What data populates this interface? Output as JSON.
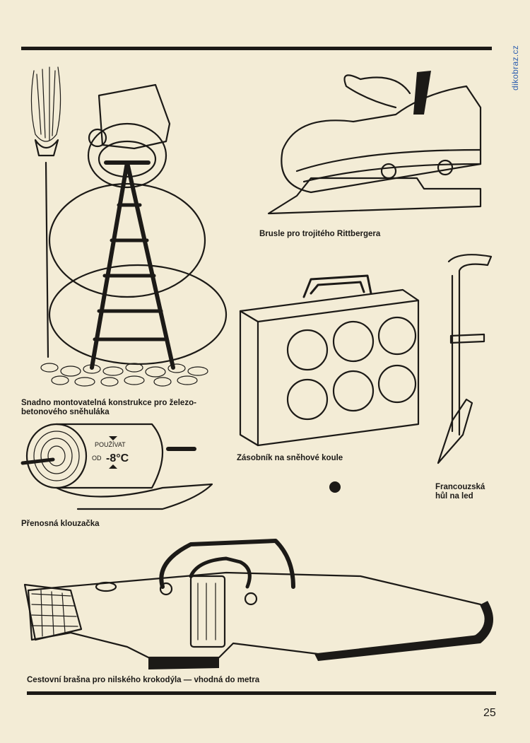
{
  "watermark": "dikobraz.cz",
  "captions": {
    "snowman": "Snadno montovatelná konstrukce pro železo-\nbetonového sněhuláka",
    "skate": "Brusle pro trojitého Rittbergera",
    "case": "Zásobník na sněhové koule",
    "crutch": "Francouzská\nhůl na led",
    "slide": "Přenosná klouzačka",
    "crocodile": "Cestovní brašna pro nilského krokodýla — vhodná do metra"
  },
  "roll_label": {
    "line1": "POUŽÍVAT",
    "line2_prefix": "OD",
    "line2_value": "-8°C"
  },
  "page_number": "25"
}
